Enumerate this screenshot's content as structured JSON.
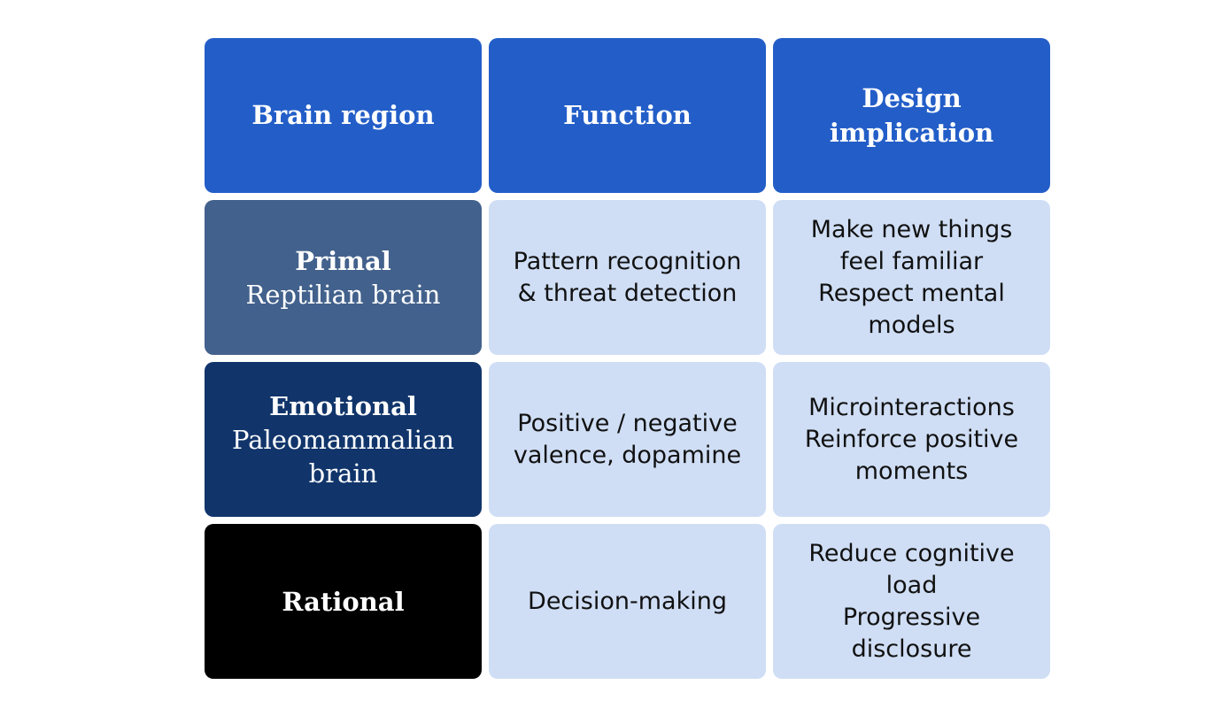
{
  "table": {
    "headers": [
      "Brain region",
      "Function",
      "Design implication"
    ],
    "rows": [
      {
        "region": "Primal",
        "region_sub": "Reptilian brain",
        "function": "Pattern recognition & threat detection",
        "implications": [
          "Make new things feel familiar",
          "Respect mental models"
        ]
      },
      {
        "region": "Emotional",
        "region_sub": "Paleomammalian brain",
        "function": "Positive / negative valence, dopamine",
        "implications": [
          "Microinteractions",
          "Reinforce positive moments"
        ]
      },
      {
        "region": "Rational",
        "region_sub": "",
        "function": "Decision-making",
        "implications": [
          "Reduce cognitive load",
          "Progressive disclosure"
        ]
      }
    ]
  },
  "colors": {
    "header": "#235ec8",
    "primal": "#42618c",
    "emotional": "#11356b",
    "rational": "#000000",
    "body_cell": "#cfdef5"
  }
}
